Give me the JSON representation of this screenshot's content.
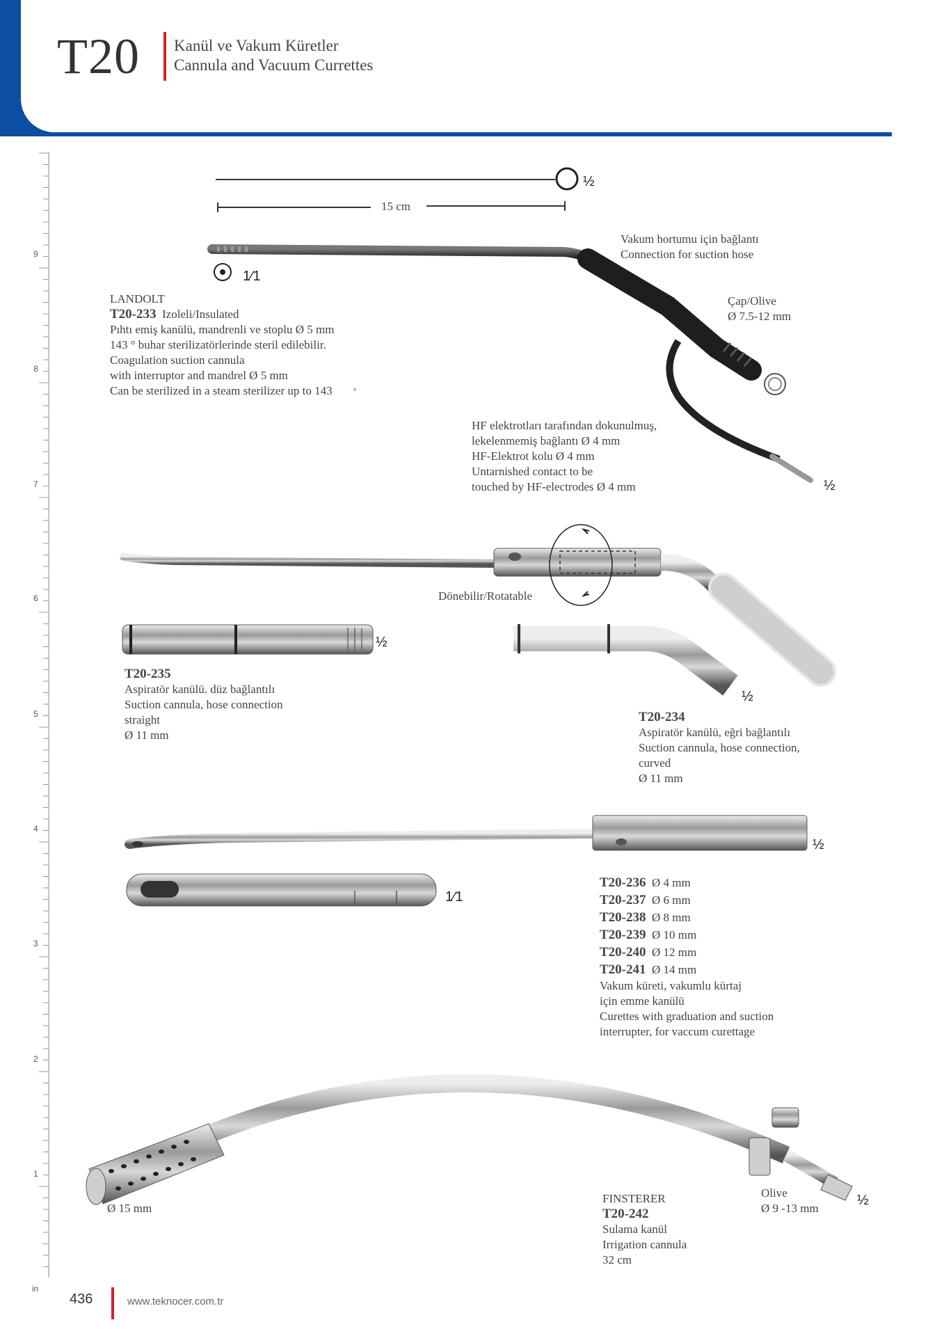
{
  "header": {
    "section_code": "T20",
    "title_tr": "Kanül ve Vakum Küretler",
    "title_en": "Cannula and Vacuum Currettes"
  },
  "ruler": {
    "labels": [
      "9",
      "8",
      "7",
      "6",
      "5",
      "4",
      "3",
      "2",
      "1",
      "in"
    ]
  },
  "top_instrument": {
    "scale": "15 cm",
    "ratio_half": "½",
    "ratio_full": "1⁄1",
    "hose_tr": "Vakum hortumu için bağlantı",
    "hose_en": "Connection for suction hose",
    "olive_label": "Çap/Olive",
    "olive_size": "Ø 7.5-12 mm",
    "maker": "LANDOLT",
    "code": "T20-233",
    "insulated": "Izoleli/Insulated",
    "desc_tr_1": "Pıhtı emiş kanülü, mandrenli ve stoplu Ø 5 mm",
    "desc_tr_2": "143 ° buhar sterilizatörlerinde steril edilebilir.",
    "desc_en_1": "Coagulation suction cannula",
    "desc_en_2": "with interruptor and mandrel Ø 5 mm",
    "desc_en_3": "Can be sterilized in a steam sterilizer up to 143",
    "degree": "°",
    "hf_1": "HF elektrotları tarafından dokunulmuş,",
    "hf_2": "lekelenmemiş bağlantı Ø 4 mm",
    "hf_3": "HF-Elektrot kolu Ø 4 mm",
    "hf_4": "Untarnished contact to be",
    "hf_5": "touched by HF-electrodes Ø 4 mm",
    "ratio_tip": "½"
  },
  "middle": {
    "rotatable": "Dönebilir/Rotatable",
    "ratio_a": "½",
    "ratio_b": "½",
    "t235_code": "T20-235",
    "t235_1": "Aspiratör kanülü. düz bağlantılı",
    "t235_2": "Suction cannula, hose connection",
    "t235_3": "straight",
    "t235_4": "Ø 11 mm",
    "t234_code": "T20-234",
    "t234_1": "Aspiratör kanülü, eğri bağlantılı",
    "t234_2": "Suction cannula, hose connection,",
    "t234_3": "curved",
    "t234_4": "Ø 11 mm"
  },
  "curettes": {
    "ratio_half": "½",
    "ratio_full": "1⁄1",
    "items": [
      {
        "code": "T20-236",
        "size": "Ø 4 mm"
      },
      {
        "code": "T20-237",
        "size": "Ø 6 mm"
      },
      {
        "code": "T20-238",
        "size": "Ø 8 mm"
      },
      {
        "code": "T20-239",
        "size": "Ø 10 mm"
      },
      {
        "code": "T20-240",
        "size": "Ø 12 mm"
      },
      {
        "code": "T20-241",
        "size": "Ø 14 mm"
      }
    ],
    "desc_1": "Vakum küreti, vakumlu kürtaj",
    "desc_2": "için emme kanülü",
    "desc_3": "Curettes with graduation and suction",
    "desc_4": "interrupter, for vaccum curettage"
  },
  "bottom": {
    "dia": "Ø 15 mm",
    "maker": "FINSTERER",
    "code": "T20-242",
    "desc_tr": "Sulama kanül",
    "desc_en": "Irrigation cannula",
    "length": "32 cm",
    "olive_label": "Olive",
    "olive_size": "Ø 9 -13 mm",
    "ratio": "½"
  },
  "footer": {
    "page": "436",
    "url": "www.teknocer.com.tr"
  }
}
